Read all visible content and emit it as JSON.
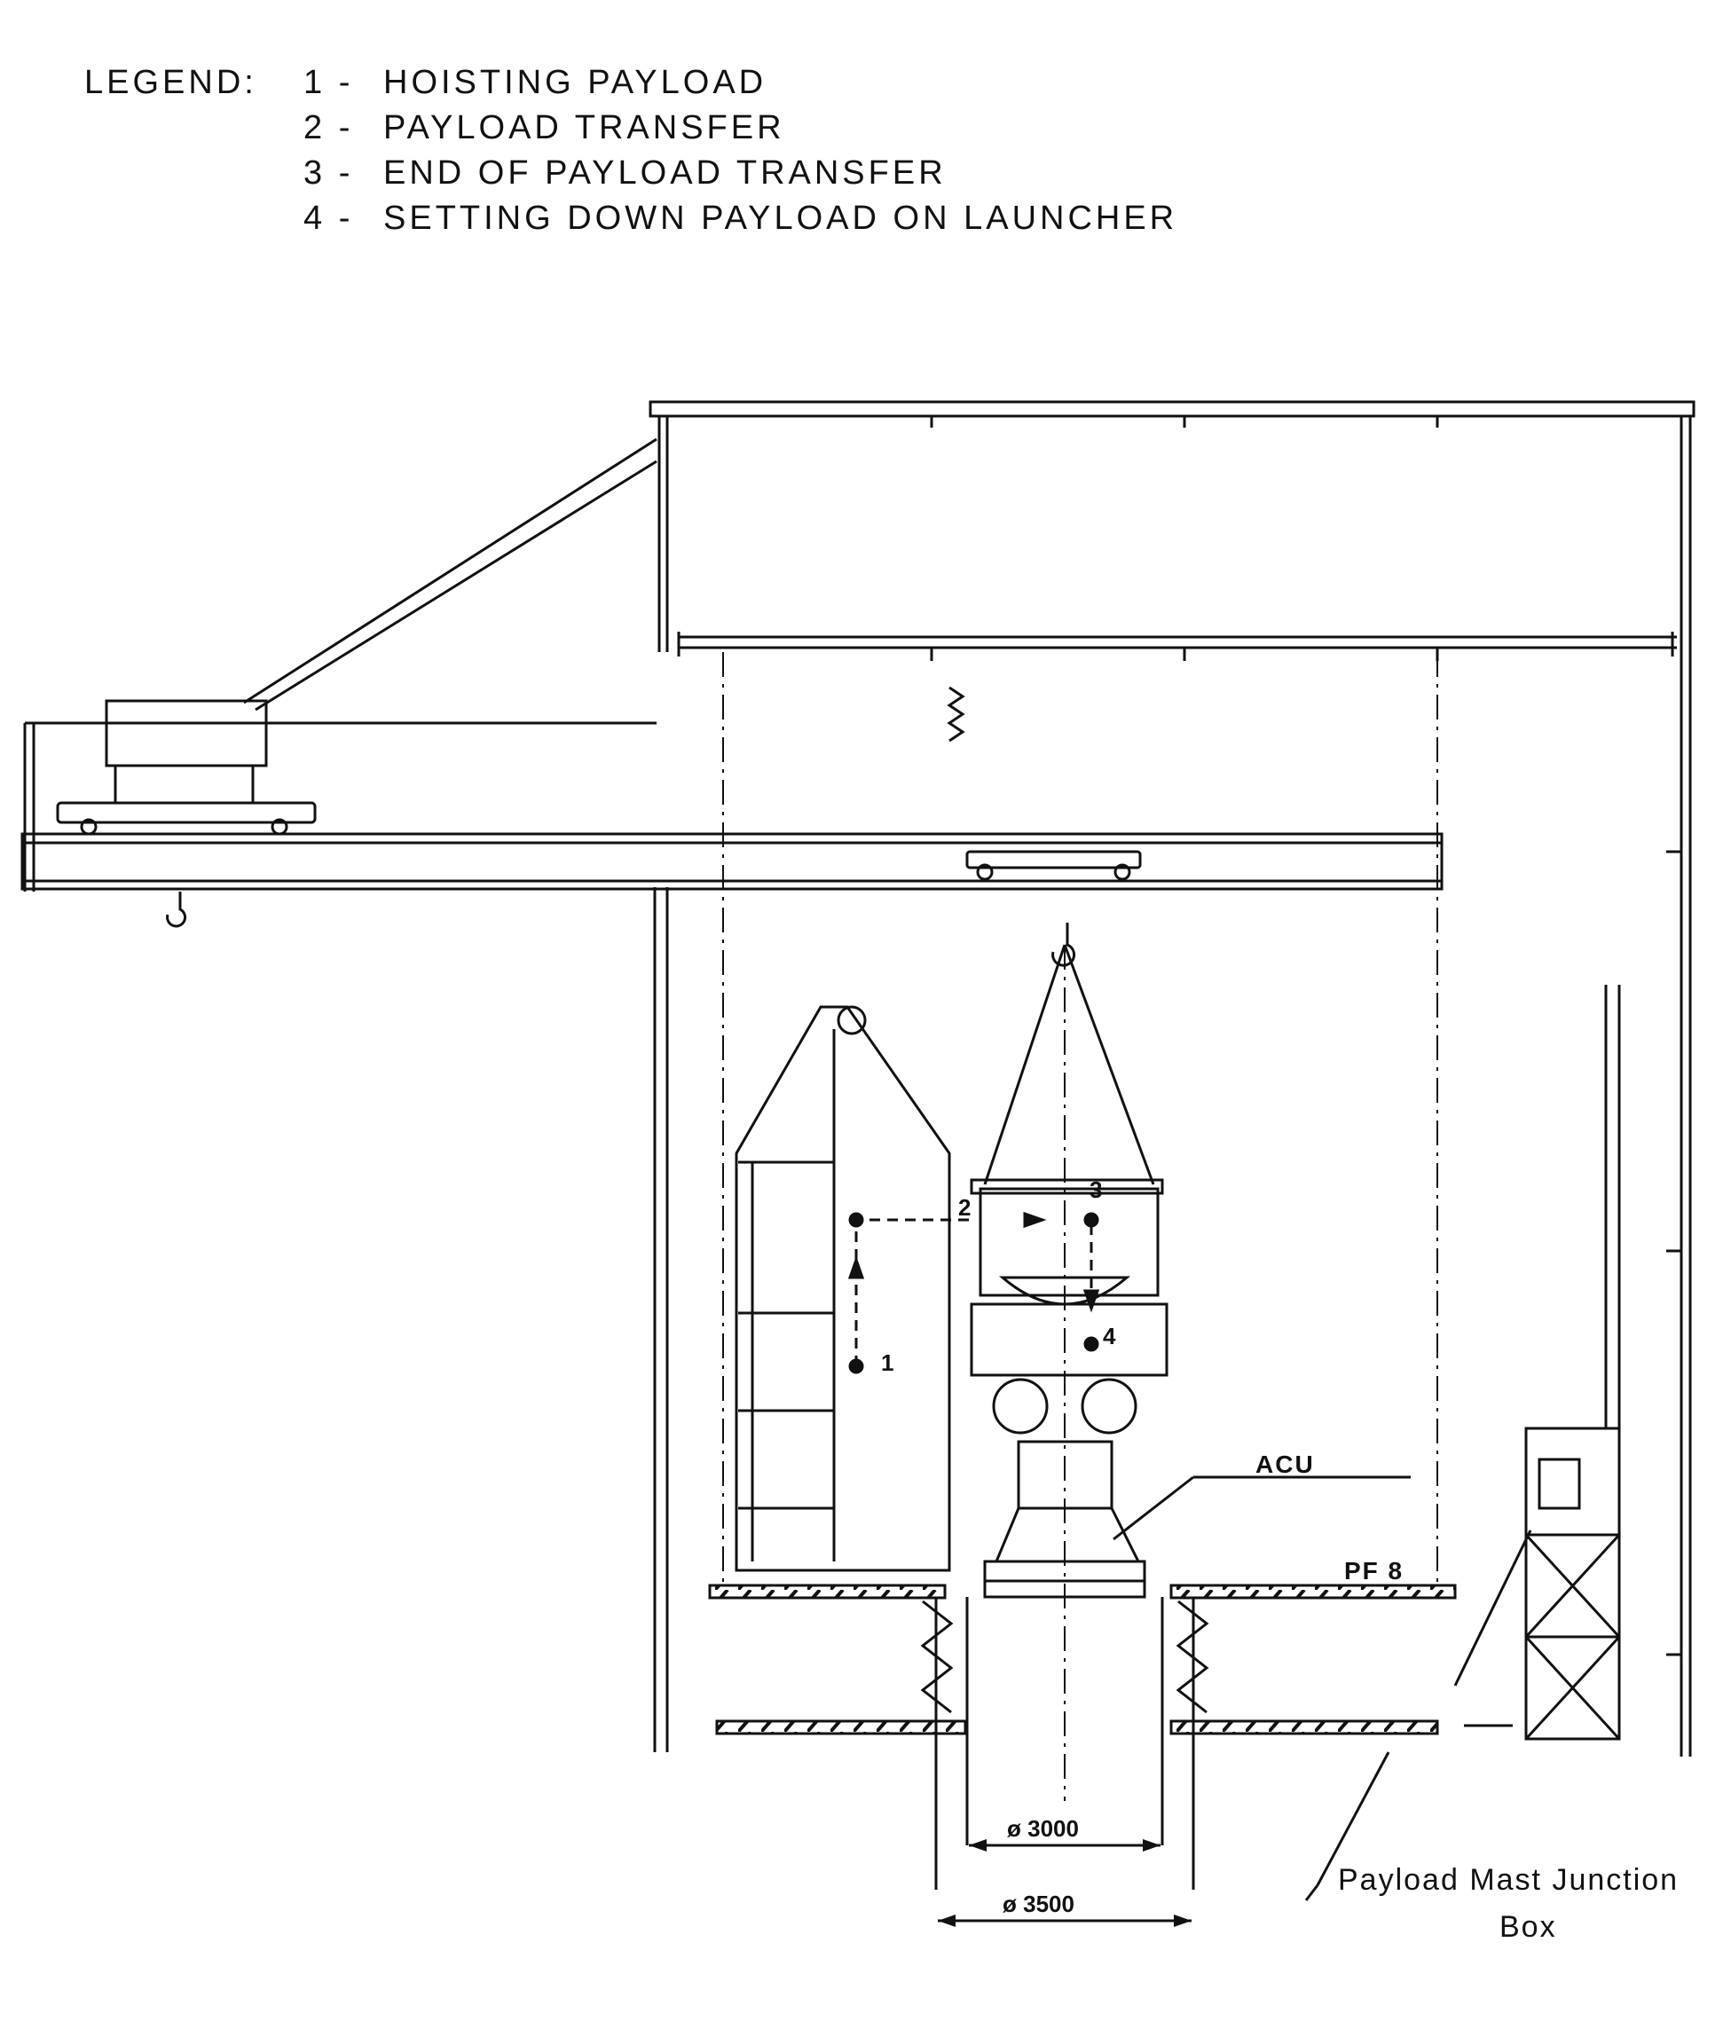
{
  "legend": {
    "title": "LEGEND:",
    "items": [
      {
        "num": "1 -",
        "text": "HOISTING PAYLOAD"
      },
      {
        "num": "2 -",
        "text": "PAYLOAD TRANSFER"
      },
      {
        "num": "3 -",
        "text": "END OF PAYLOAD TRANSFER"
      },
      {
        "num": "4 -",
        "text": "SETTING DOWN PAYLOAD ON LAUNCHER"
      }
    ]
  },
  "labels": {
    "step1": "1",
    "step2": "2",
    "step3": "3",
    "step4": "4",
    "acu": "ACU",
    "pf8": "PF 8",
    "dia_inner": "ø 3000",
    "dia_outer": "ø 3500",
    "junction_line1": "Payload Mast Junction",
    "junction_line2": "Box"
  }
}
